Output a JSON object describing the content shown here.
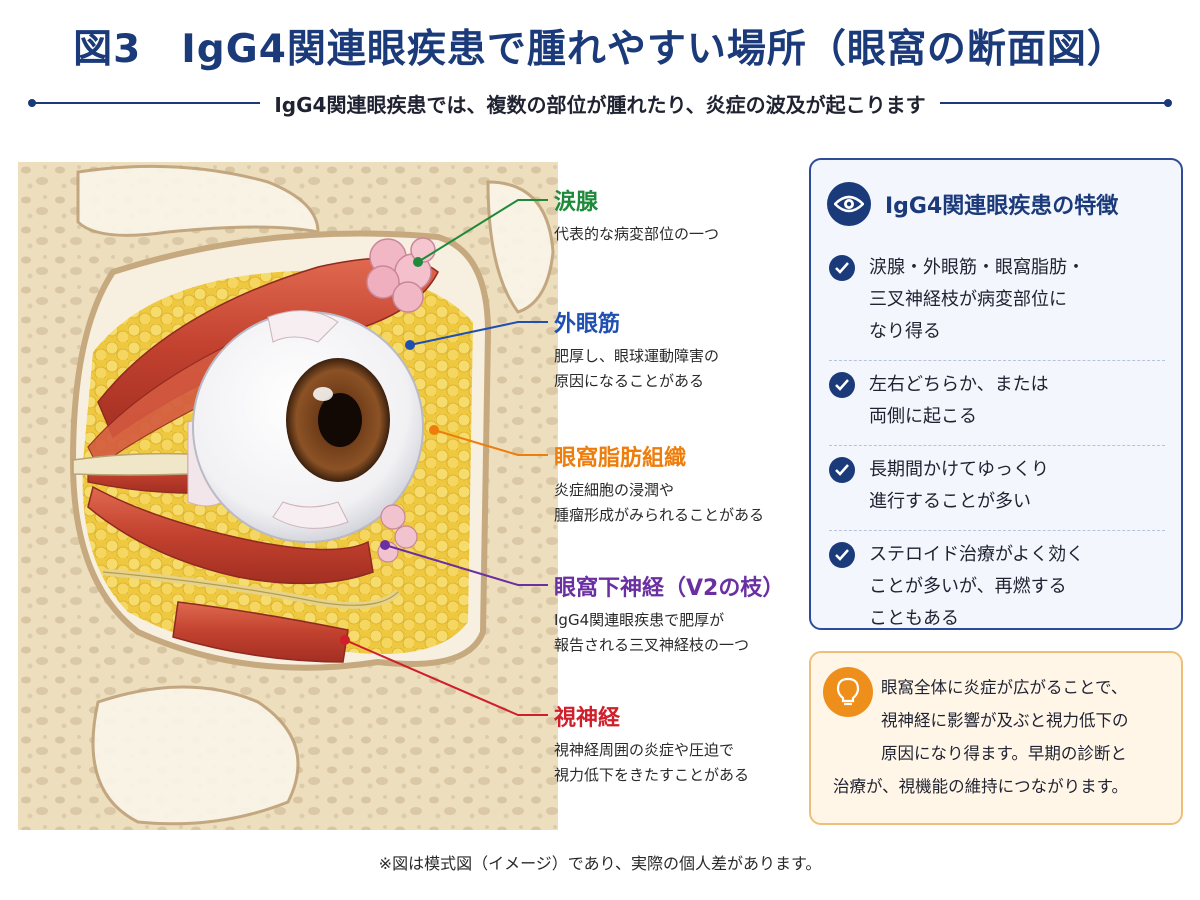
{
  "title": "図3　IgG4関連眼疾患で腫れやすい場所（眼窩の断面図）",
  "subtitle": "IgG4関連眼疾患では、複数の部位が腫れたり、炎症の波及が起こります",
  "labels": [
    {
      "title": "涙腺",
      "desc": "代表的な病変部位の一つ",
      "color": "#1e8a3a"
    },
    {
      "title": "外眼筋",
      "desc": "肥厚し、眼球運動障害の\n原因になることがある",
      "color": "#1f4fb0"
    },
    {
      "title": "眼窩脂肪組織",
      "desc": "炎症細胞の浸潤や\n腫瘤形成がみられることがある",
      "color": "#ee7d0b"
    },
    {
      "title": "眼窩下神経（V2の枝）",
      "desc": "IgG4関連眼疾患で肥厚が\n報告される三叉神経枝の一つ",
      "color": "#6a2fa0"
    },
    {
      "title": "視神経",
      "desc": "視神経周囲の炎症や圧迫で\n視力低下をきたすことがある",
      "color": "#d01f2a"
    }
  ],
  "features": {
    "title": "IgG4関連眼疾患の特徴",
    "icon": "eye-icon",
    "items": [
      "涙腺・外眼筋・眼窩脂肪・\n三叉神経枝が病変部位に\nなり得る",
      "左右どちらか、または\n両側に起こる",
      "長期間かけてゆっくり\n進行することが多い",
      "ステロイド治療がよく効く\nことが多いが、再燃する\nこともある"
    ]
  },
  "note": {
    "icon": "lightbulb-icon",
    "text": "眼窩全体に炎症が広がることで、\n視神経に影響が及ぶと視力低下の\n原因になり得ます。早期の診断と\n治療が、視機能の維持につながります。"
  },
  "footnote": "※図は模式図（イメージ）であり、実際の個人差があります。",
  "colors": {
    "navy": "#1b3a7a",
    "bone": "#efe0c2",
    "muscle": "#c84a3a",
    "fat": "#f2d35a",
    "gland": "#f2b7c4"
  }
}
